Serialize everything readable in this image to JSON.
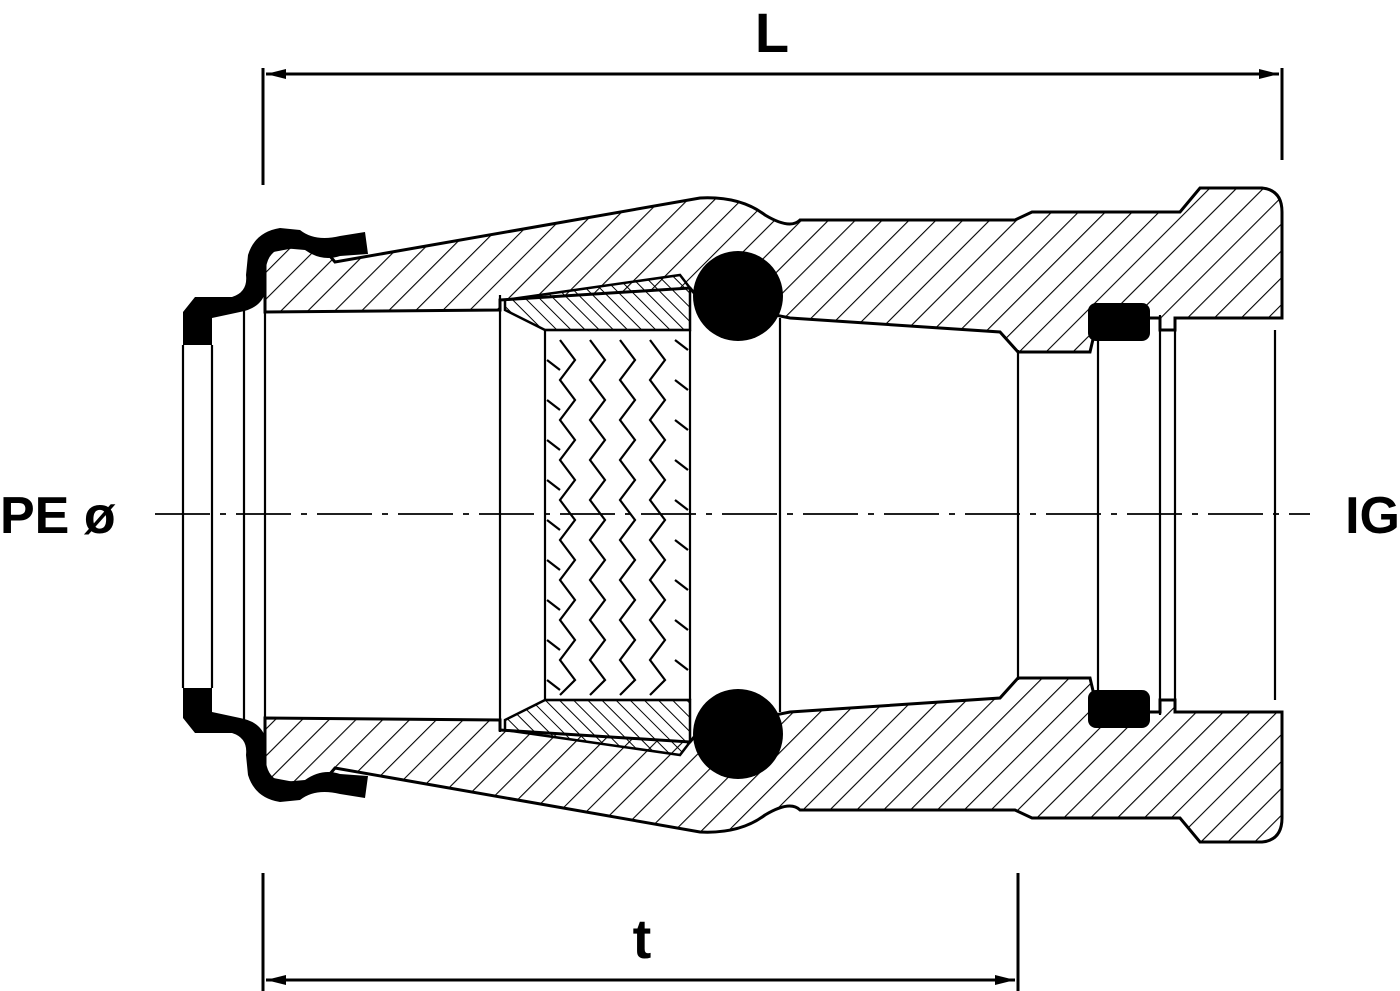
{
  "labels": {
    "length": "L",
    "thread_depth": "t",
    "pipe_side": "PE ø",
    "thread_side": "IG"
  },
  "colors": {
    "ink": "#000000",
    "background": "#ffffff"
  }
}
